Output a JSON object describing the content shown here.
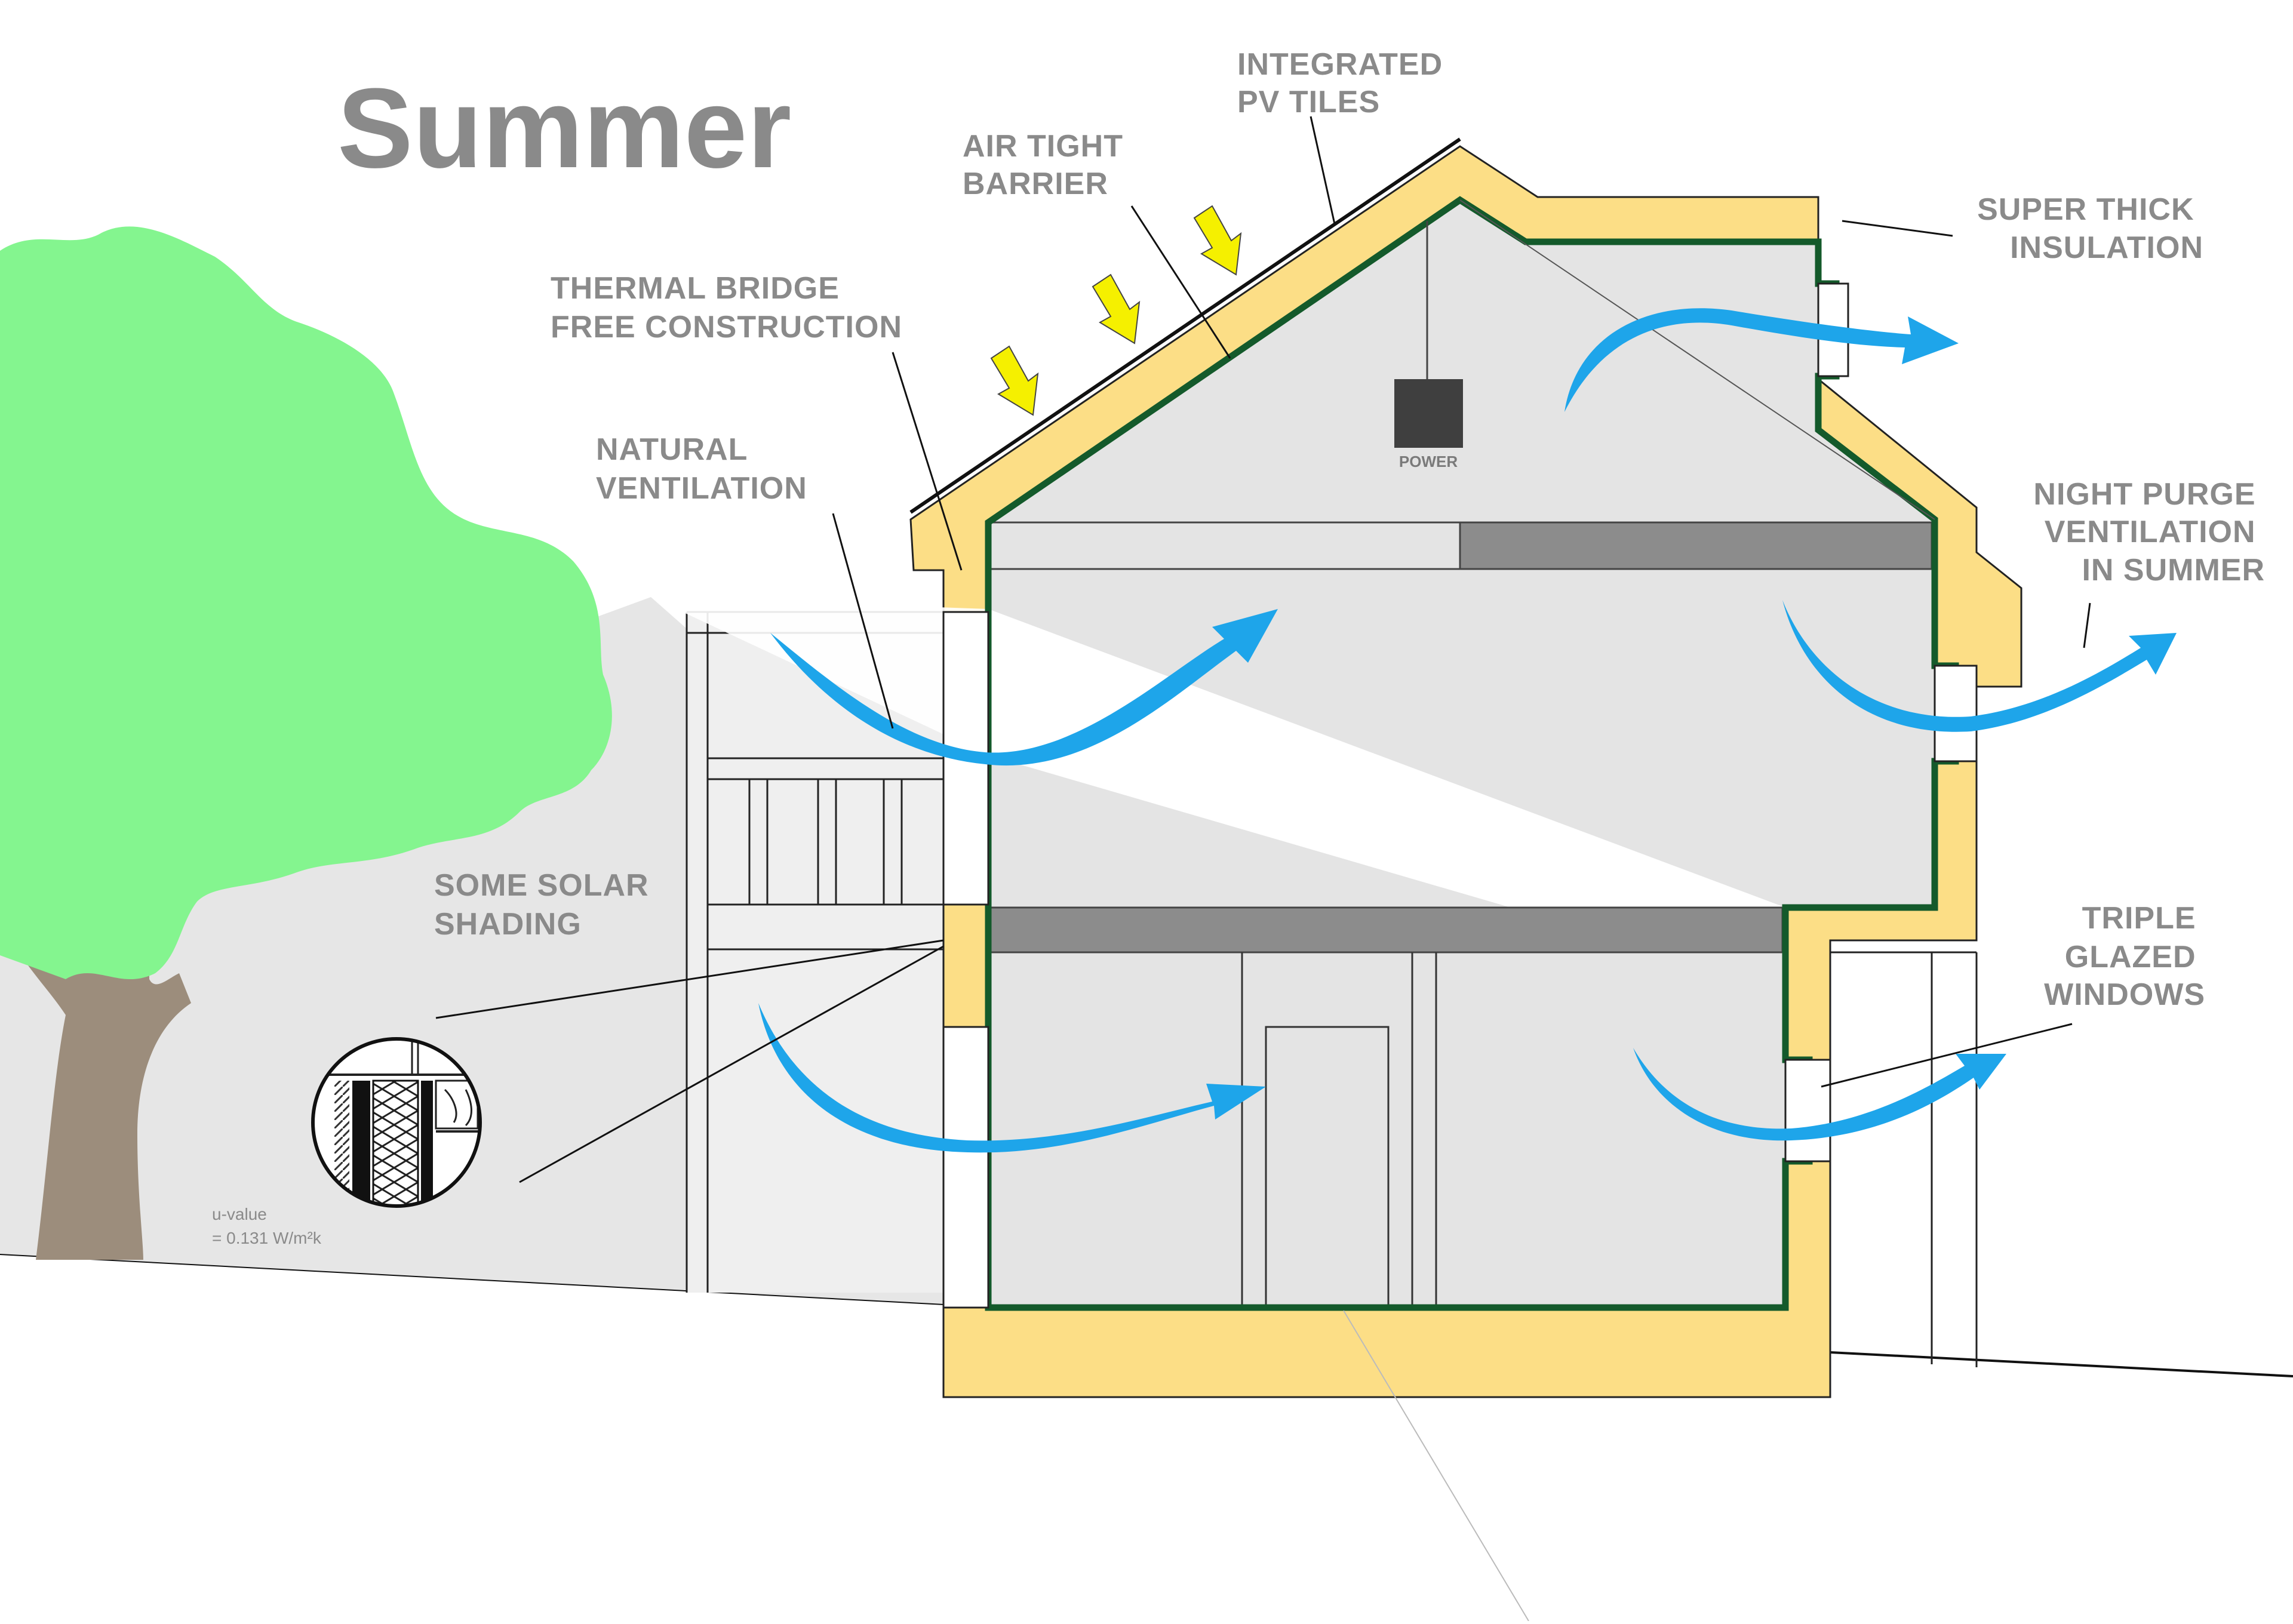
{
  "title": "Summer",
  "colors": {
    "insulation": "#fcde86",
    "airtight_barrier": "#145a2b",
    "airflow": "#1ea5ea",
    "sun": "#f5f000",
    "tree_foliage": "#84f58f",
    "tree_trunk": "#9c8d7c",
    "shade": "#e4e4e4",
    "floor_slab": "#8c8c8c"
  },
  "labels": {
    "integrated_pv_tiles": [
      "INTEGRATED",
      "PV TILES"
    ],
    "air_tight_barrier": [
      "AIR TIGHT",
      "BARRIER"
    ],
    "super_thick_insulation": [
      "SUPER THICK",
      "INSULATION"
    ],
    "thermal_bridge_free": [
      "THERMAL BRIDGE",
      "FREE CONSTRUCTION"
    ],
    "natural_ventilation": [
      "NATURAL",
      "VENTILATION"
    ],
    "night_purge_ventilation": [
      "NIGHT PURGE",
      "VENTILATION",
      "IN SUMMER"
    ],
    "some_solar_shading": [
      "SOME SOLAR",
      "SHADING"
    ],
    "triple_glazed_windows": [
      "TRIPLE",
      "GLAZED",
      "WINDOWS"
    ],
    "power": "POWER",
    "u_value": [
      "u-value",
      "= 0.131 W/m²k"
    ]
  }
}
